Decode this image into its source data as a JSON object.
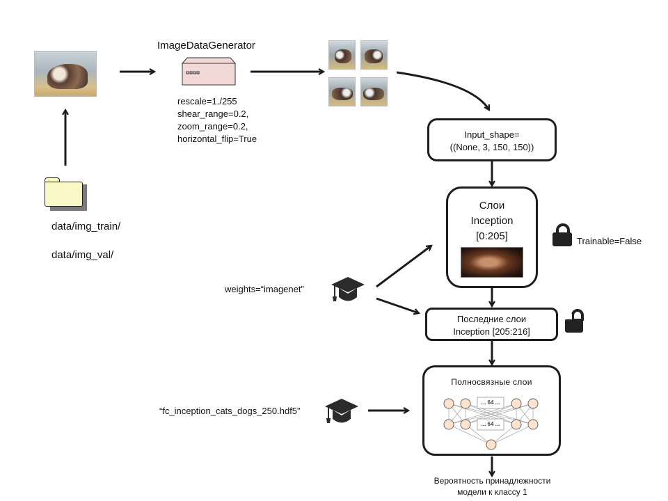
{
  "generator": {
    "title": "ImageDataGenerator",
    "params": [
      "rescale=1./255",
      "shear_range=0.2,",
      "zoom_range=0.2,",
      "horizontal_flip=True"
    ]
  },
  "folders": [
    "data/img_train/",
    "data/img_val/"
  ],
  "input_node": {
    "line1": "Input_shape=",
    "line2": "((None, 3, 150, 150))"
  },
  "inception_frozen": {
    "line1": "Слои",
    "line2": "Inception",
    "line3": "[0:205]",
    "lock_label": "Trainable=False"
  },
  "inception_last": {
    "line1": "Последние слои",
    "line2": "Inception [205:216]"
  },
  "weights_imagenet": "weights=“imagenet”",
  "weights_fc": "“fc_inception_cats_dogs_250.hdf5”",
  "dense": {
    "title": "Полносвязные слои",
    "box_label": "... 64 ..."
  },
  "output": {
    "line1": "Вероятность принадлежности",
    "line2": "модели к классу 1"
  },
  "colors": {
    "stroke": "#1c1c1c",
    "generator_fill": "#f2d9d7",
    "folder_fill": "#fbf8c8",
    "neuron_fill": "#fde2cc"
  }
}
